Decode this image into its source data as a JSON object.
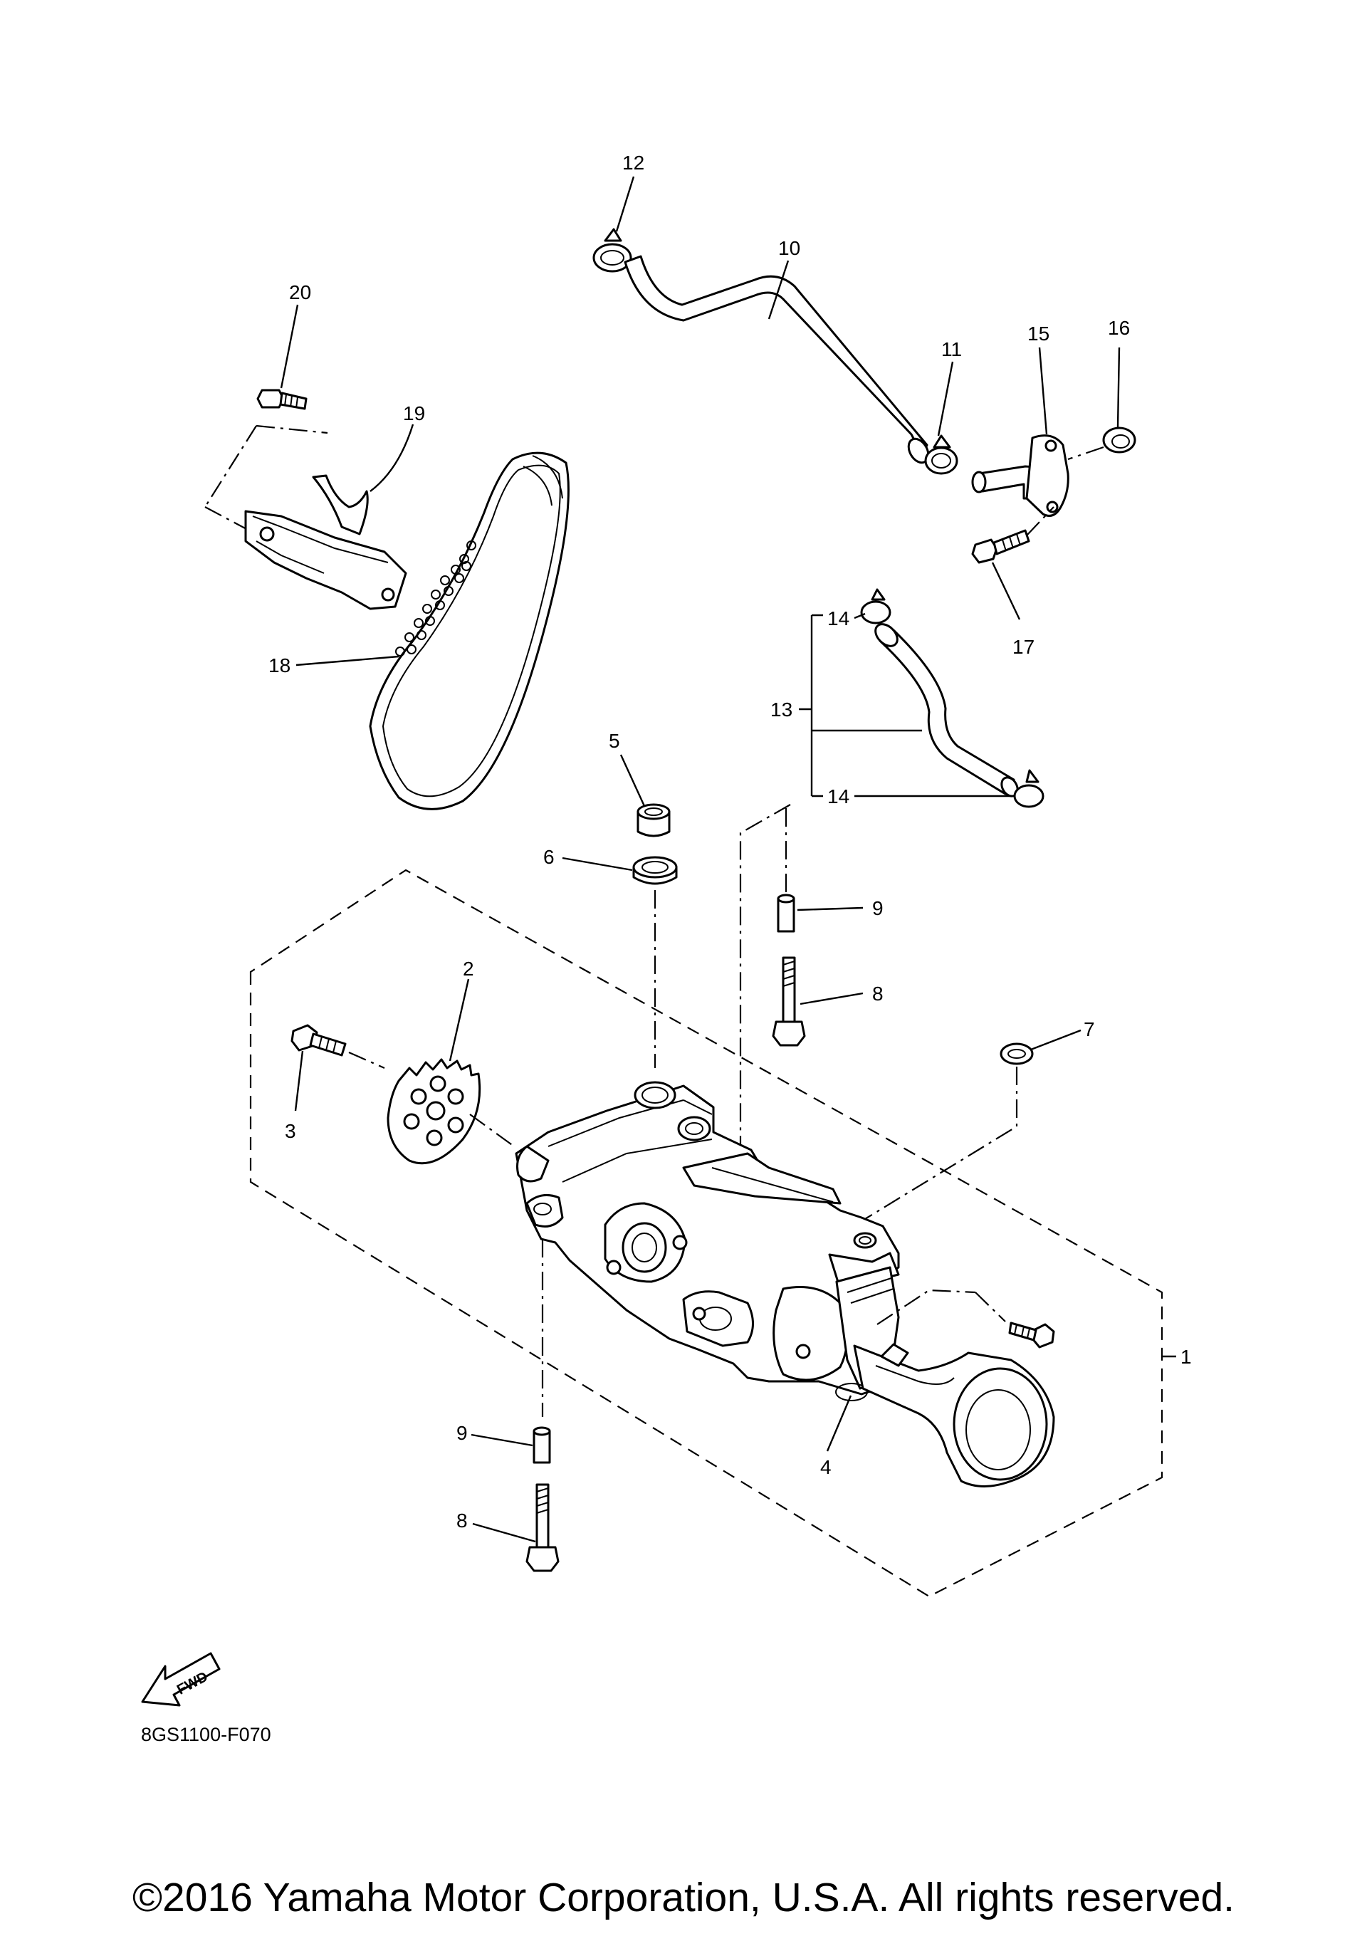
{
  "diagram": {
    "callouts": [
      "1",
      "2",
      "3",
      "4",
      "5",
      "6",
      "7",
      "8",
      "8",
      "9",
      "9",
      "10",
      "11",
      "12",
      "13",
      "14",
      "14",
      "15",
      "16",
      "17",
      "18",
      "19",
      "20"
    ],
    "diagram_code": "8GS1100-F070",
    "fwd_label": "FWD"
  },
  "footer": {
    "copyright": "©2016 Yamaha Motor Corporation, U.S.A. All rights reserved."
  }
}
